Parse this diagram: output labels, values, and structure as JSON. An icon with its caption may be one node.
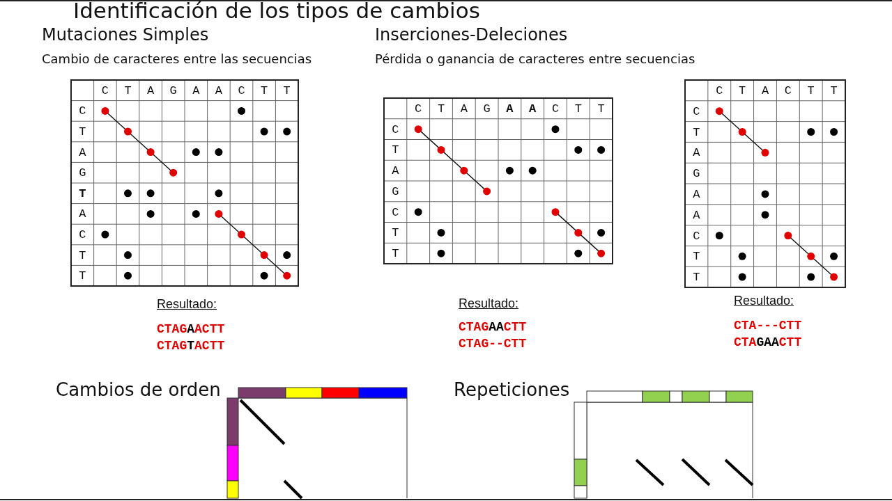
{
  "diagram": {
    "title": "Identificación de los tipos de cambios",
    "labels": [
      "Mutaciones Simples",
      "Cambio de caracteres entre las secuencias",
      "Inserciones-Deleciones",
      "Pérdida o ganancia de caracteres entre secuencias",
      "C",
      "T",
      "A",
      "G",
      "A",
      "A",
      "C",
      "T",
      "T",
      "C",
      "T",
      "A",
      "G",
      "T",
      "A",
      "C",
      "T",
      "T",
      "C",
      "T",
      "A",
      "G",
      "A",
      "A",
      "C",
      "T",
      "T",
      "C",
      "T",
      "A",
      "G",
      "C",
      "T",
      "T",
      "C",
      "T",
      "A",
      "C",
      "T",
      "T",
      "C",
      "T",
      "A",
      "G",
      "A",
      "A",
      "C",
      "T",
      "T",
      "Resultado:",
      "CTAG**A**ACTT",
      "CTAG**T**ACTT",
      "Resultado:",
      "CTAG**AA**CTT",
      "CTAG--CTT",
      "Resultado:",
      "CTA---CTT",
      "CTA**GAA**CTT",
      "Cambios de orden",
      "Repeticiones"
    ]
  }
}
